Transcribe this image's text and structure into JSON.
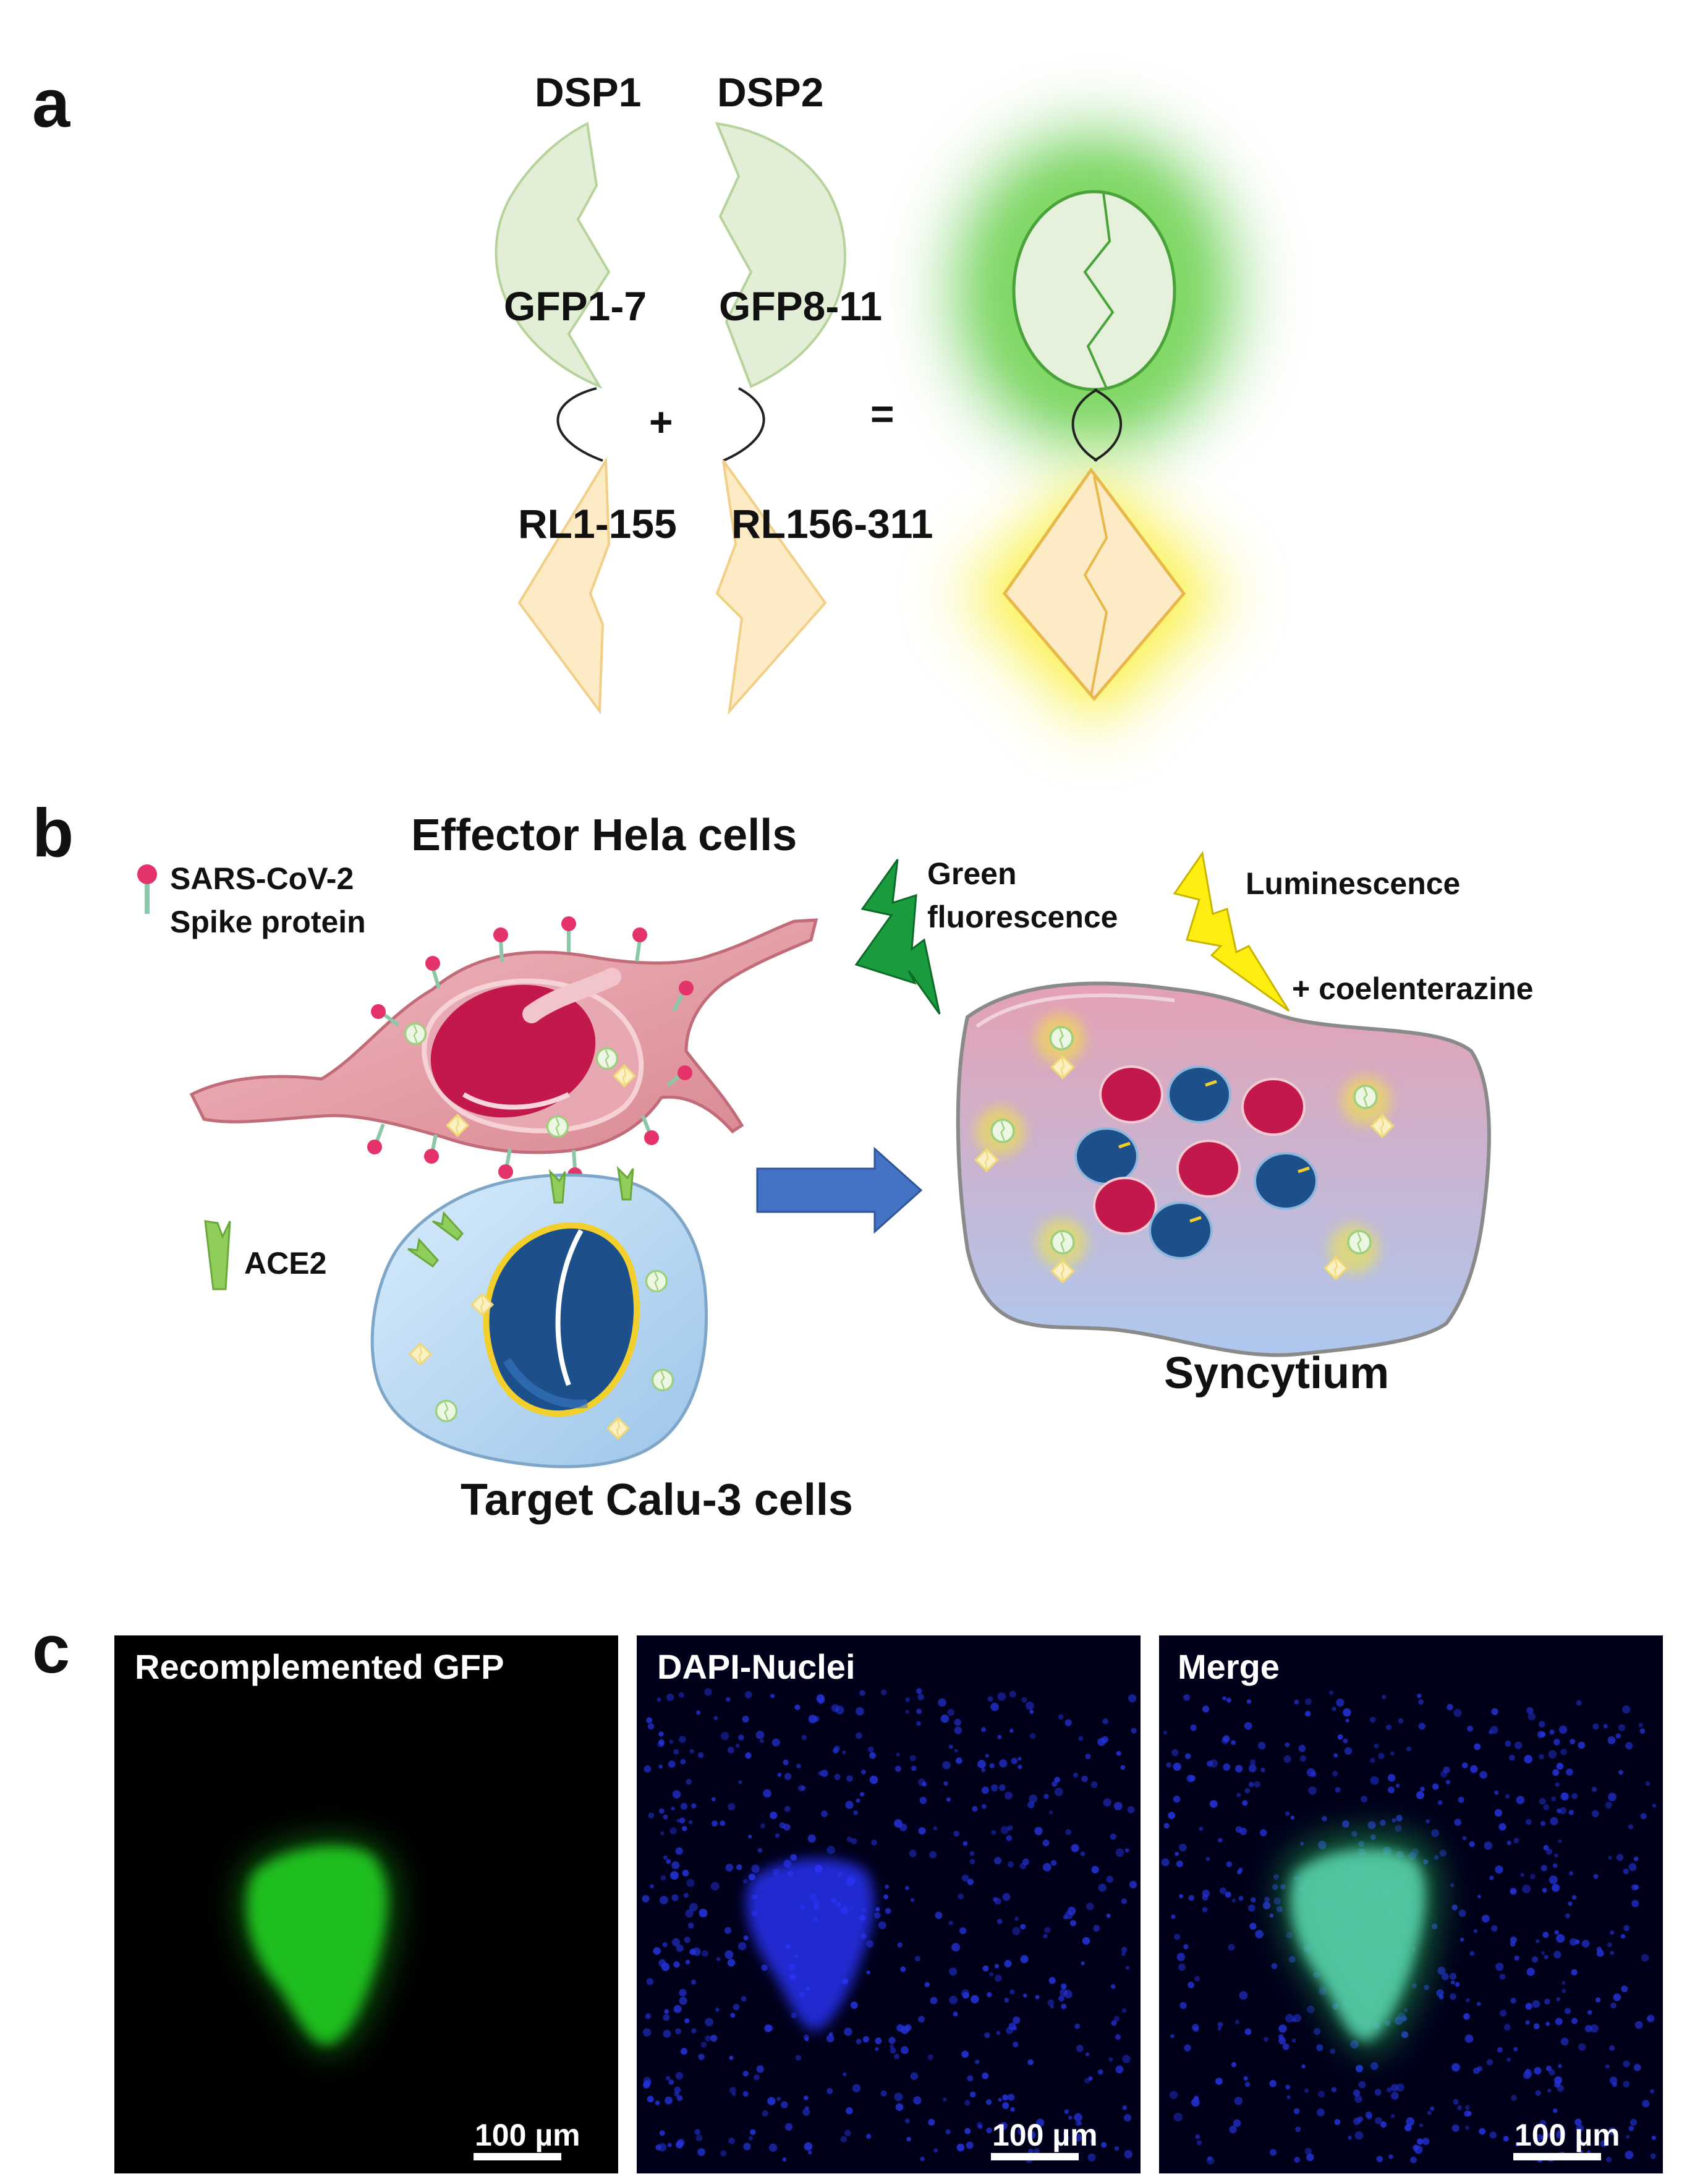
{
  "panel_a": {
    "letter": "a",
    "dsp1_label": "DSP1",
    "dsp2_label": "DSP2",
    "gfp1_label": "GFP1-7",
    "gfp2_label": "GFP8-11",
    "rl1_label": "RL1-155",
    "rl2_label": "RL156-311",
    "plus_sign": "+",
    "equals_sign": "="
  },
  "panel_b": {
    "letter": "b",
    "effector_title": "Effector Hela cells",
    "spike_legend_line1": "SARS-CoV-2",
    "spike_legend_line2": "Spike protein",
    "ace2_legend": "ACE2",
    "green_line1": "Green",
    "green_line2": "fluorescence",
    "luminescence": "Luminescence",
    "coelenterazine": "+ coelenterazine",
    "syncytium": "Syncytium",
    "target_title": "Target Calu-3 cells"
  },
  "panel_c": {
    "letter": "c",
    "images": [
      {
        "title": "Recomplemented GFP",
        "scale_bar": "100 µm"
      },
      {
        "title": "DAPI-Nuclei",
        "scale_bar": "100 µm"
      },
      {
        "title": "Merge",
        "scale_bar": "100 µm"
      }
    ]
  },
  "colors": {
    "gfp_fill": "#e2efd6",
    "gfp_stroke": "#b6d39b",
    "rl_fill": "#fdebc5",
    "rl_stroke": "#f2cf86",
    "green_glow": "#4cc83a",
    "yellow_glow": "#f6ee2a",
    "hela_body": "#e7a2aa",
    "hela_nucleus": "#c2184b",
    "calu_body": "#bcdaf2",
    "calu_nucleus": "#1d4f8a",
    "arrow": "#4472c4",
    "bolt_green": "#1a9b3e",
    "bolt_yellow": "#ffee11",
    "gfp_signal": "#2ad12a",
    "dapi_signal": "#1f2dff",
    "merge_signal": "#4fd6a8"
  }
}
